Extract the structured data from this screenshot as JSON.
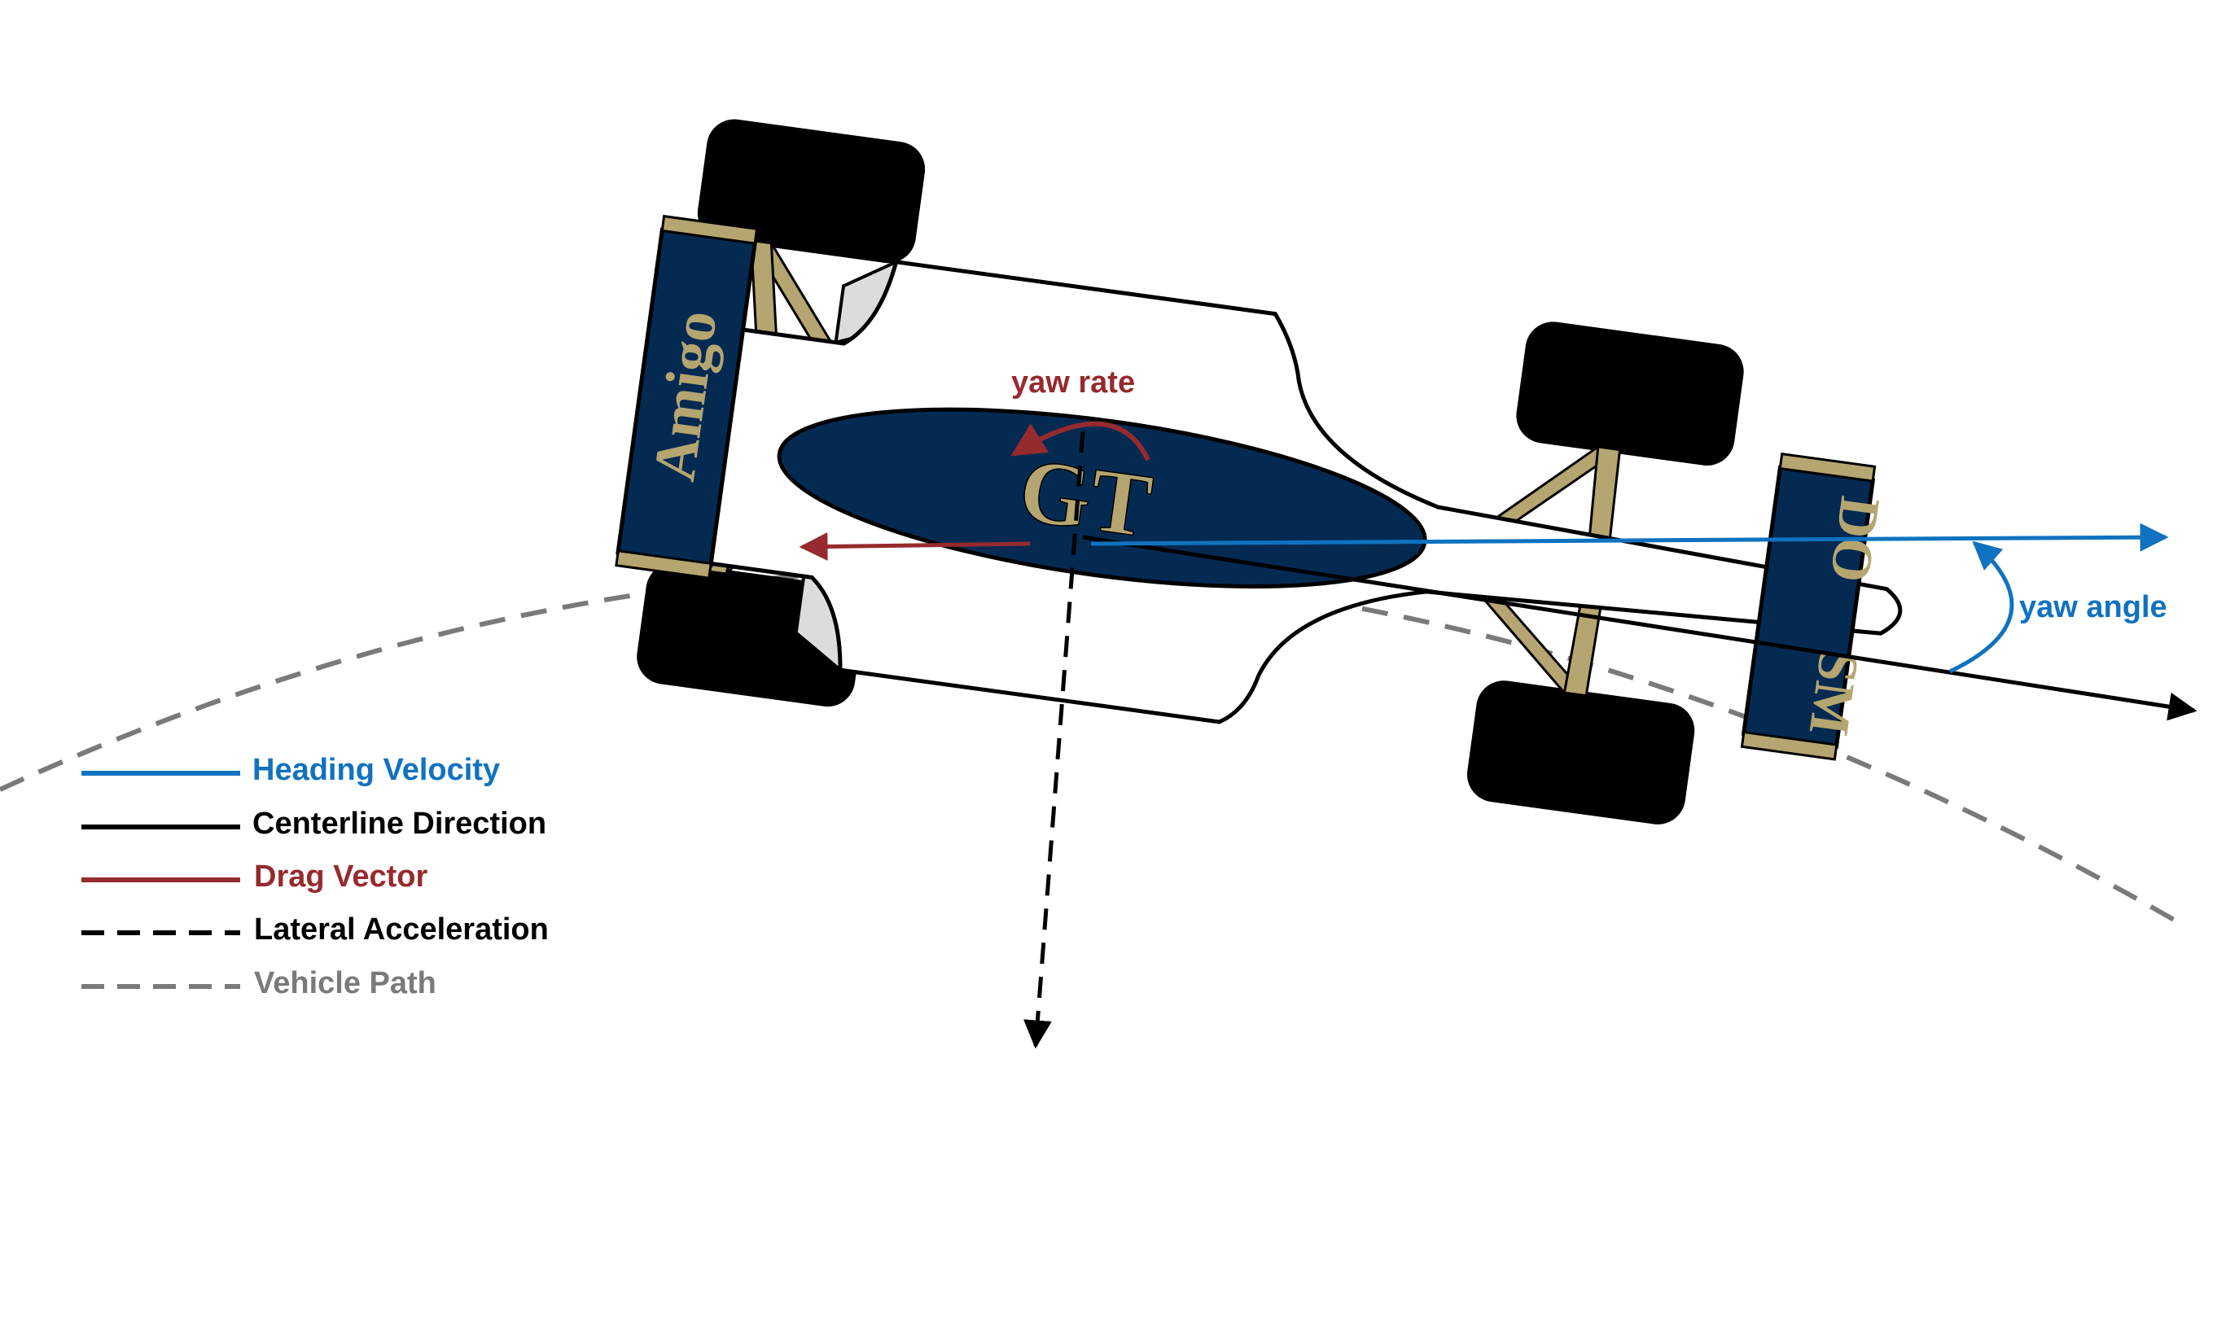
{
  "labels": {
    "yaw_rate": "yaw rate",
    "yaw_angle": "yaw angle"
  },
  "car": {
    "logo": "GT",
    "rear_wing_text": "Amigo",
    "front_wing_text_upper": "DO",
    "front_wing_text_lower": "SM"
  },
  "legend": [
    {
      "key": "heading_velocity",
      "label": "Heading Velocity",
      "color": "#1072c0",
      "style": "solid"
    },
    {
      "key": "centerline_direction",
      "label": "Centerline Direction",
      "color": "#000000",
      "style": "solid"
    },
    {
      "key": "drag_vector",
      "label": "Drag Vector",
      "color": "#962a2e",
      "style": "solid"
    },
    {
      "key": "lateral_acceleration",
      "label": "Lateral Acceleration",
      "color": "#000000",
      "style": "dashed"
    },
    {
      "key": "vehicle_path",
      "label": "Vehicle Path",
      "color": "#7a7a7a",
      "style": "dashed"
    }
  ],
  "colors": {
    "navy": "#042a52",
    "gold": "#b5a570",
    "tire": "#000000",
    "body": "#ffffff",
    "sidepod": "#dcdcdc"
  }
}
